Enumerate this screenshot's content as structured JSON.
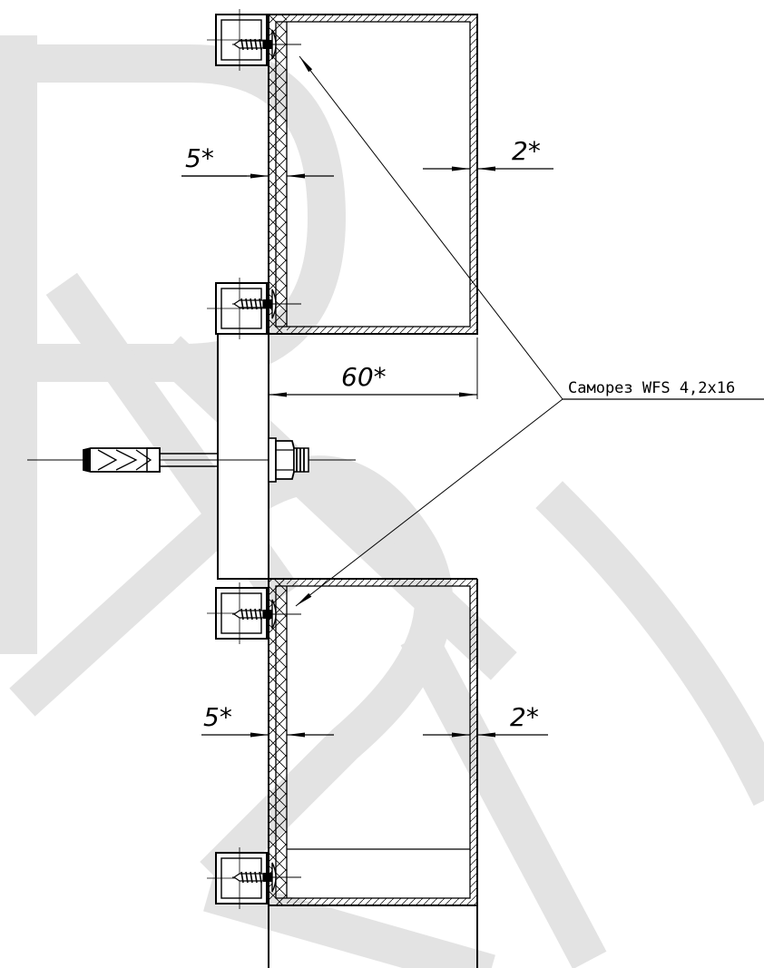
{
  "colors": {
    "line": "#000000",
    "watermark": "#e3e3e3",
    "background": "#ffffff"
  },
  "watermark": {
    "letters_top": "RU",
    "letters_bottom": "RU"
  },
  "dimensions": {
    "wall_thickness_top": "5*",
    "skin_thickness_top": "2*",
    "depth": "60*",
    "wall_thickness_bottom": "5*",
    "skin_thickness_bottom": "2*"
  },
  "callout": {
    "label": "Саморез WFS 4,2x16"
  },
  "icons": {
    "screw": "self-tapping-screw-icon",
    "anchor": "anchor-bolt-icon",
    "nut": "hex-nut-icon"
  }
}
